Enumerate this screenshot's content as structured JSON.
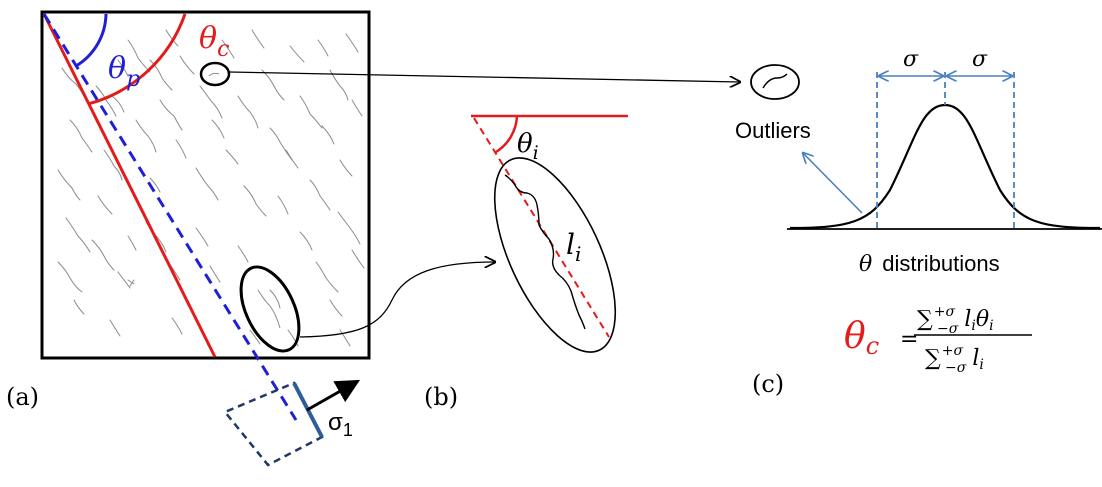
{
  "panel_a": {
    "label": "(a)",
    "theta_p": {
      "sym": "θ",
      "sub": "p",
      "color": "#1f1fd6"
    },
    "theta_c": {
      "sym": "θ",
      "sub": "c",
      "color": "#e31b1b"
    },
    "sigma1": {
      "sym": "σ",
      "sub": "1"
    }
  },
  "panel_b": {
    "label": "(b)",
    "theta_i": {
      "sym": "θ",
      "sub": "i"
    },
    "l_i": {
      "sym": "l",
      "sub": "i"
    }
  },
  "panel_c": {
    "label": "(c)",
    "outliers": "Outliers",
    "sigma_left": "σ",
    "sigma_right": "σ",
    "distribution_label": {
      "sym": "θ",
      "text": "distributions"
    },
    "formula": {
      "lhs": {
        "sym": "θ",
        "sub": "c"
      },
      "equals": "=",
      "numerator": {
        "sum": "∑",
        "upper": "+σ",
        "lower": "−σ",
        "body": "l",
        "body_sub": "i",
        "body2": "θ",
        "body2_sub": "i"
      },
      "denominator": {
        "sum": "∑",
        "upper": "+σ",
        "lower": "−σ",
        "body": "l",
        "body_sub": "i"
      }
    }
  },
  "colors": {
    "red": "#e31b1b",
    "blue": "#1f1fd6",
    "dark_blue": "#1f3864",
    "light_blue": "#4a7fc1",
    "gray": "#8a8a8a"
  }
}
